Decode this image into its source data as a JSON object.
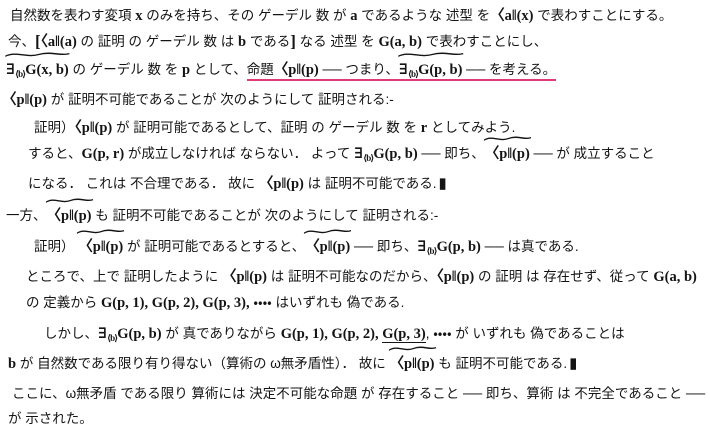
{
  "colors": {
    "ink": "#141414",
    "emphasis_underline": "#e03a78"
  },
  "icons": {
    "qed_box": "filled-vertical-rectangle",
    "tilde_overline": "negation-wave"
  },
  "doc": {
    "l1": {
      "t1": "自然数を表わす変項 ",
      "m1": "x",
      "t2": " のみを持ち、その ゲーデル 数 が ",
      "m2": "a",
      "t3": " であるような 述型 を",
      "m3": "〈a‖(x)",
      "t4": " で表わすことにする。"
    },
    "l2": {
      "t1": "今、",
      "b1": "[",
      "m1": "〈a‖(a)",
      "t2": " の 証明 の ゲーデル 数 は ",
      "m2": "b",
      "t3": " である",
      "b2": "]",
      "t4": " なる 述型 を ",
      "m3": "G(a, b)",
      "t5": " で表わすことにし、"
    },
    "l3": {
      "ex1": {
        "q": "∃",
        "sub": "⟨b⟩",
        "f": "G(x, b)"
      },
      "t1": " の ゲーデル 数 を ",
      "m1": "p",
      "t2": " として、",
      "u": {
        "t1": "命題",
        "m1": "〈p‖(p)",
        "t2": " ── つまり、",
        "ex2": {
          "q": "∃",
          "sub": "⟨b⟩",
          "f": "G(p, b)"
        },
        "t3": " ── を考える。"
      }
    },
    "l4": {
      "m1": "〈p‖(p)",
      "t1": " が 証明不可能であることが 次のようにして 証明される:-"
    },
    "l5": {
      "t1": "証明）",
      "m1": "〈p‖(p)",
      "t2": " が 証明可能であるとして、証明 の ゲーデル 数 を ",
      "m2": "r",
      "t3": " としてみよう."
    },
    "l6": {
      "t1": "すると、",
      "m1": "G(p, r)",
      "t2": " が成立しなければ ならない． よって ",
      "ex": {
        "q": "∃",
        "sub": "⟨b⟩",
        "f": "G(p, b)"
      },
      "t3": " ── 即ち、",
      "til": "〈p‖(p)",
      "t4": " ── が 成立すること"
    },
    "l7": {
      "t1": "になる． これは 不合理である． 故に ",
      "m1": "〈p‖(p)",
      "t2": " は 証明不可能である.",
      "qed": "▮"
    },
    "l8": {
      "t1": "一方、",
      "til": "〈p‖(p)",
      "t2": " も 証明不可能であることが 次のようにして 証明される:-"
    },
    "l9": {
      "t1": "証明） ",
      "til1": "〈p‖(p)",
      "t2": " が 証明可能であるとすると、",
      "til2": "〈p‖(p)",
      "t3": " ── 即ち、",
      "ex": {
        "q": "∃",
        "sub": "⟨b⟩",
        "f": "G(p, b)"
      },
      "t4": " ── は真である."
    },
    "l10": {
      "t1": "ところで、上で 証明したように ",
      "m1": "〈p‖(p)",
      "t2": " は 証明不可能なのだから、",
      "m2": "〈p‖(p)",
      "t3": " の 証明 は 存在せず、従って ",
      "m3": "G(a, b)"
    },
    "l11": {
      "t1": "の 定義から ",
      "m1": "G(p, 1), G(p, 2), G(p, 3),",
      "t2": " ・・・・ はいずれも 偽である."
    },
    "l12": {
      "t1": "しかし、",
      "ex": {
        "q": "∃",
        "sub": "⟨b⟩",
        "f": "G(p, b)"
      },
      "t2": " が 真でありながら ",
      "m1": "G(p, 1), G(p, 2), ",
      "um": "G(p, 3)",
      "t3": ", ・・・・ が いずれも 偽であることは"
    },
    "l13": {
      "m1": "b",
      "t1": " が 自然数である限り有り得ない（算術の ω無矛盾性）． 故に ",
      "til": "〈p‖(p)",
      "t2": " も 証明不可能である.",
      "qed": "▮"
    },
    "l14": {
      "t1": "ここに、ω無矛盾 である限り 算術には 決定不可能な命題 が 存在すること ── 即ち、算術 は 不完全であること ──"
    },
    "l15": {
      "t1": "が 示された。"
    }
  }
}
